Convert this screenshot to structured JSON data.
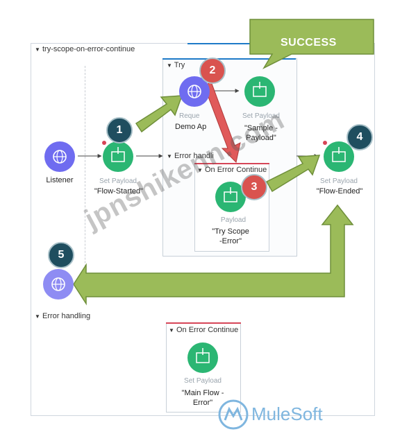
{
  "flow": {
    "title": "try-scope-on-error-continue"
  },
  "try_scope": {
    "title": "Try",
    "error_handling_label": "Error handli"
  },
  "nodes": {
    "listener": {
      "label": "Listener"
    },
    "set_payload_start": {
      "type": "Set Payload",
      "caption": "\"Flow-Started\""
    },
    "request": {
      "type": "Reque",
      "caption": "Demo Ap"
    },
    "set_payload_sample": {
      "type": "Set Payload",
      "caption1": "\"Sample -",
      "caption2": "Payload\""
    },
    "set_payload_try_error": {
      "type": "Payload",
      "caption1": "\"Try Scope",
      "caption2": "-Error\""
    },
    "set_payload_end": {
      "type": "Set Payload",
      "caption": "\"Flow-Ended\""
    },
    "set_payload_main_error": {
      "type": "Set Payload",
      "caption1": "\"Main Flow -",
      "caption2": "Error\""
    }
  },
  "on_error_inner": {
    "title": "On Error Continue"
  },
  "on_error_main": {
    "title": "On Error Continue"
  },
  "main_error_handling": {
    "title": "Error handling"
  },
  "callout": {
    "text": "SUCCESS"
  },
  "badges": [
    "1",
    "2",
    "3",
    "4",
    "5"
  ],
  "watermark": "jpnshikenn.com",
  "brand": {
    "name": "MuleSoft"
  },
  "colors": {
    "arrow_green": "#9bbb59",
    "arrow_green_border": "#6f8f3a",
    "callout_green": "#9bbb59",
    "badge_dark": "#1f4e5f",
    "badge_red": "#d9534f",
    "node_green": "#2bb673",
    "node_purple": "#6f6cf0",
    "red_arrow": "#e05a5a",
    "accent_blue": "#1e7ac8"
  }
}
